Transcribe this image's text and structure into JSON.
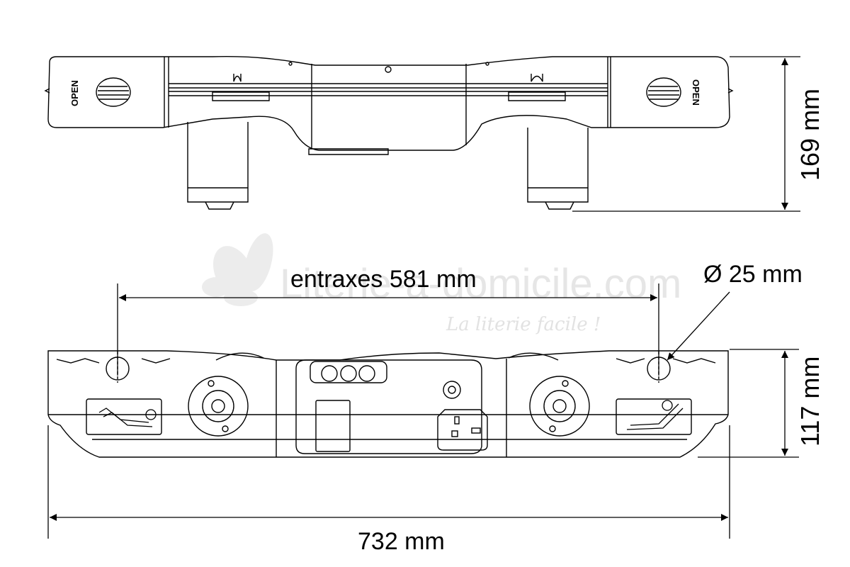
{
  "watermark": {
    "site": "Literie-a-domicile.com",
    "tagline": "La literie facile !"
  },
  "top_view": {
    "open_label": "OPEN",
    "height_label": "169 mm"
  },
  "front_view": {
    "entraxes_label": "entraxes 581 mm",
    "diameter_label": "Ø 25 mm",
    "height_label": "117 mm",
    "width_label": "732 mm"
  }
}
